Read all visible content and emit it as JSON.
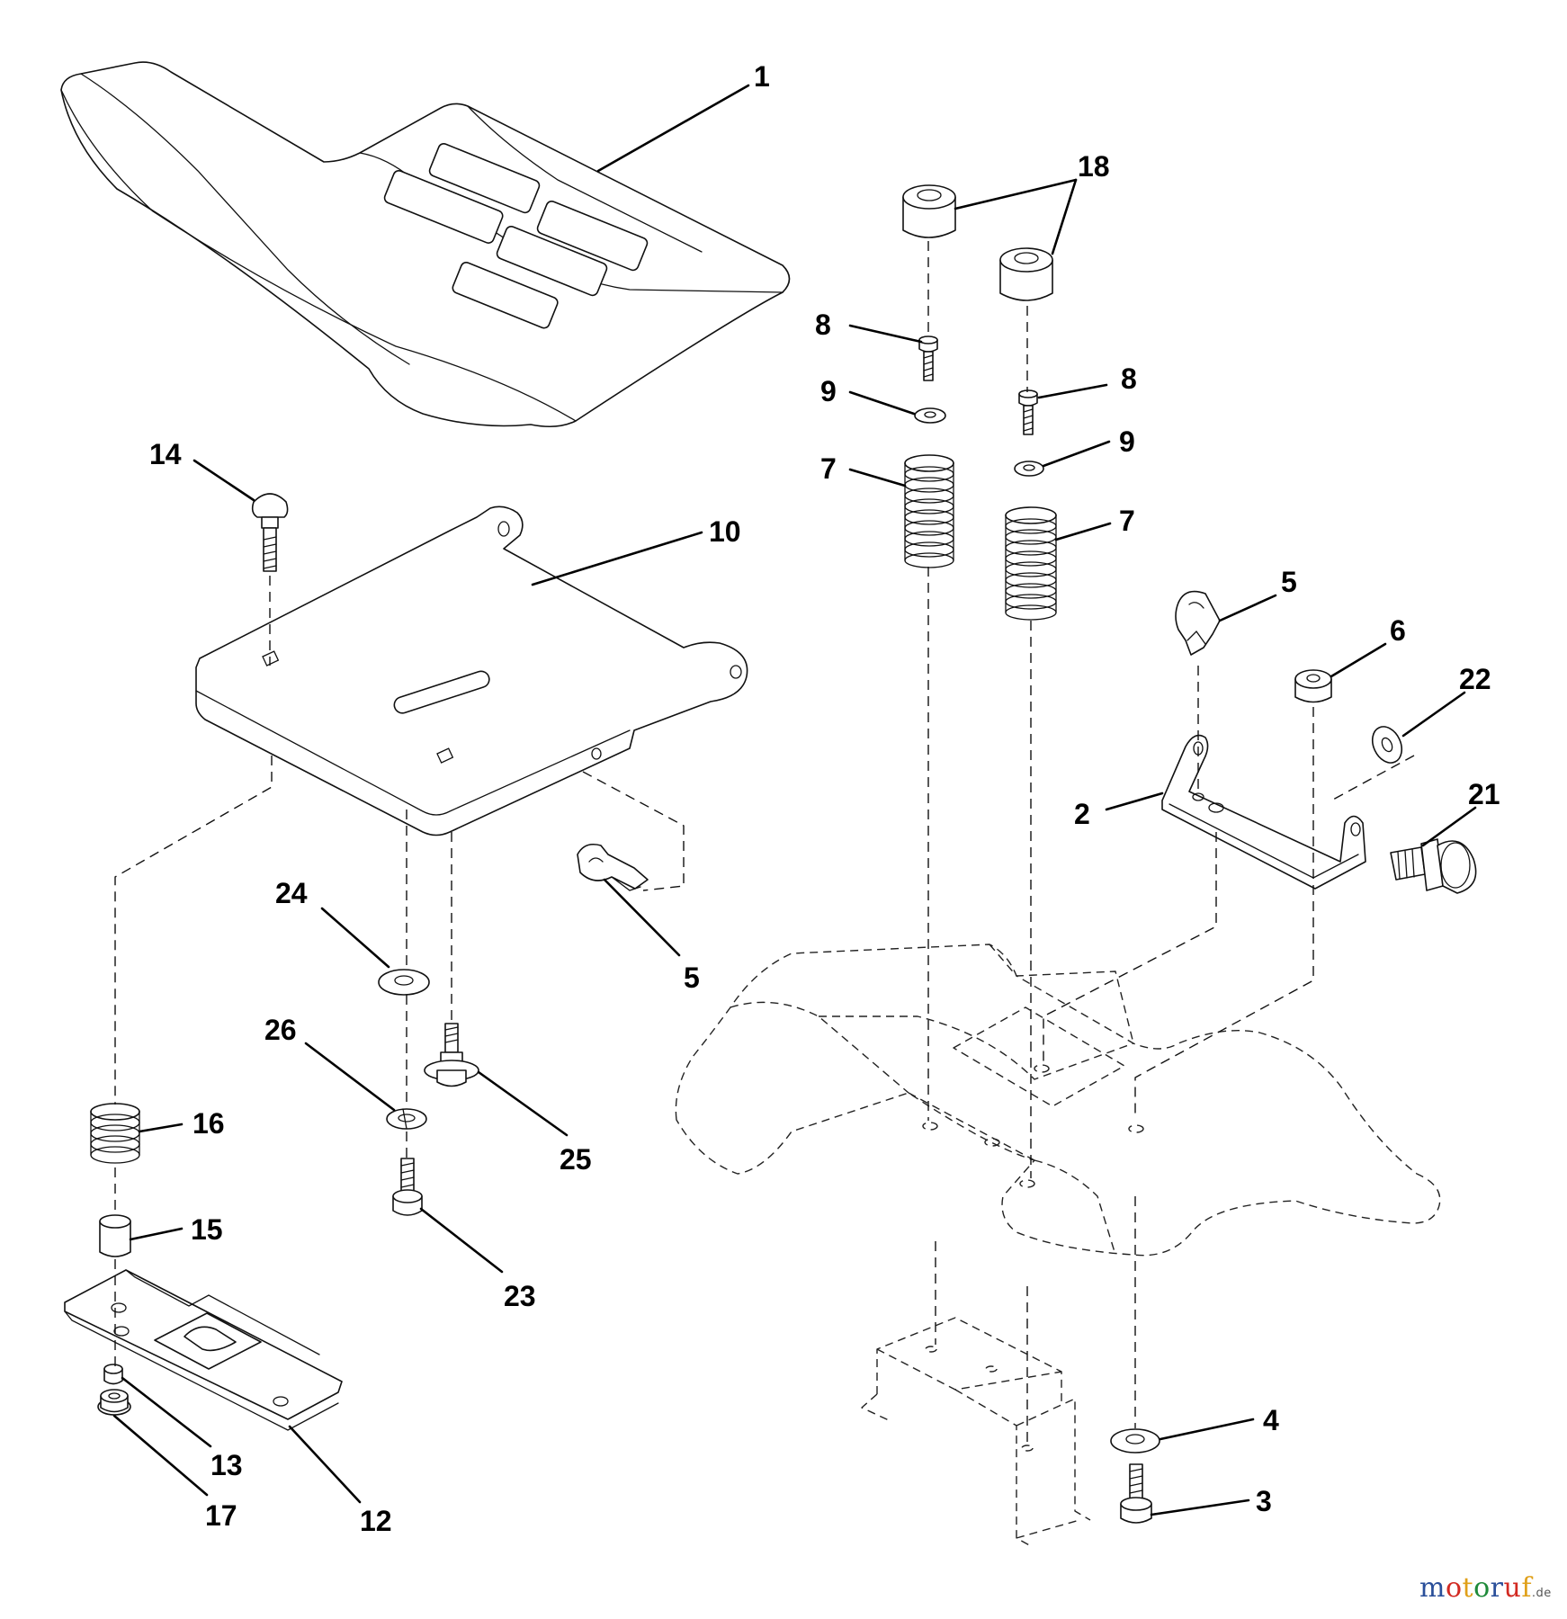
{
  "callouts": {
    "c1": "1",
    "c18": "18",
    "c8a": "8",
    "c8b": "8",
    "c9a": "9",
    "c9b": "9",
    "c7a": "7",
    "c7b": "7",
    "c14": "14",
    "c10": "10",
    "c5a": "5",
    "c5b": "5",
    "c6": "6",
    "c22": "22",
    "c21": "21",
    "c2": "2",
    "c24": "24",
    "c26": "26",
    "c25": "25",
    "c16": "16",
    "c15": "15",
    "c23": "23",
    "c4": "4",
    "c3": "3",
    "c13": "13",
    "c17": "17",
    "c12": "12"
  },
  "watermark": {
    "letters": [
      "m",
      "o",
      "t",
      "o",
      "r",
      "u",
      "f"
    ],
    "suffix": ".de",
    "colors": [
      "#2a4f9a",
      "#d22a22",
      "#e0a01a",
      "#1f8a3a",
      "#2a4f9a",
      "#d22a22",
      "#e0a01a"
    ]
  }
}
